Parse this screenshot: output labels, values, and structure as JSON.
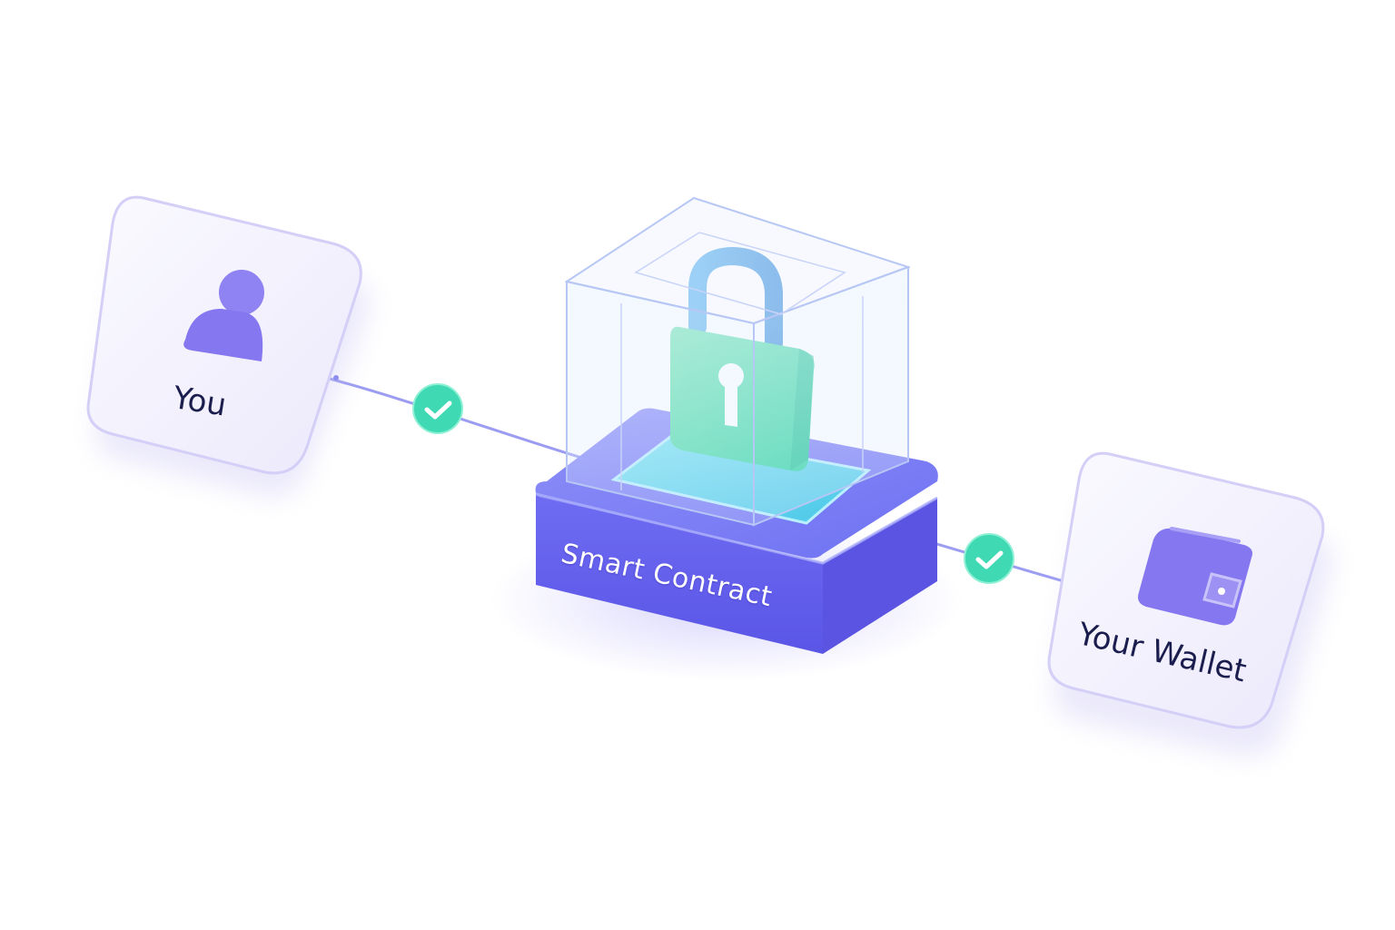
{
  "nodes": {
    "you": {
      "label": "You",
      "icon": "user-icon"
    },
    "contract": {
      "label": "Smart Contract",
      "icon": "padlock-icon"
    },
    "wallet": {
      "label": "Your Wallet",
      "icon": "wallet-icon"
    }
  },
  "connections": [
    {
      "from": "you",
      "to": "contract",
      "status_icon": "check-icon"
    },
    {
      "from": "contract",
      "to": "wallet",
      "status_icon": "check-icon"
    }
  ],
  "colors": {
    "accent_purple": "#6c63f0",
    "accent_green": "#3fe0b0",
    "lock_blue": "#5aaee8",
    "text_dark": "#1a1d4d",
    "card_border": "#cfcaf6"
  }
}
